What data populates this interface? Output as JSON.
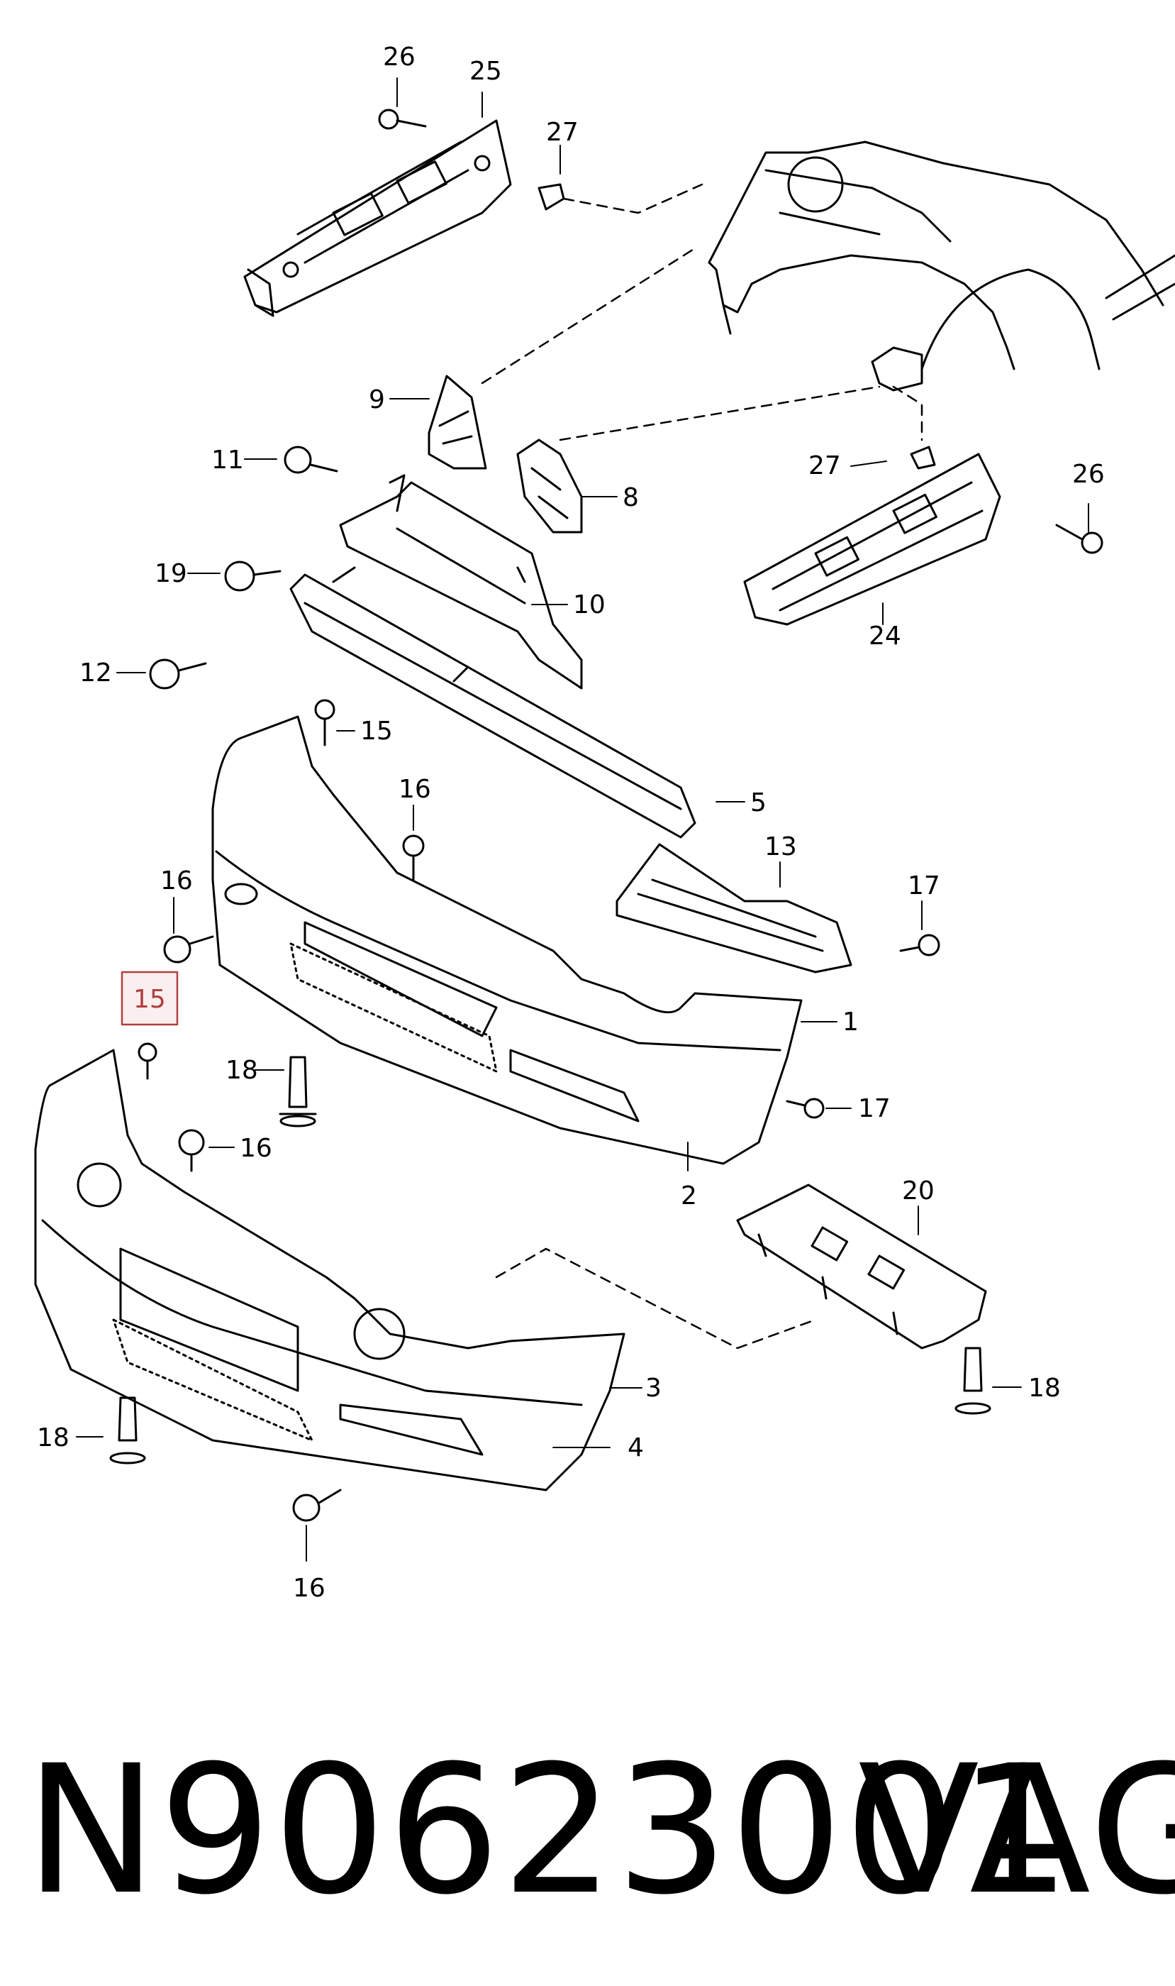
{
  "diagram": {
    "callouts": [
      {
        "id": "c26a",
        "label": "26"
      },
      {
        "id": "c25",
        "label": "25"
      },
      {
        "id": "c27a",
        "label": "27"
      },
      {
        "id": "c9",
        "label": "9"
      },
      {
        "id": "c8",
        "label": "8"
      },
      {
        "id": "c11",
        "label": "11"
      },
      {
        "id": "c19",
        "label": "19"
      },
      {
        "id": "c10",
        "label": "10"
      },
      {
        "id": "c12",
        "label": "12"
      },
      {
        "id": "c27b",
        "label": "27"
      },
      {
        "id": "c26b",
        "label": "26"
      },
      {
        "id": "c24",
        "label": "24"
      },
      {
        "id": "c15a",
        "label": "15"
      },
      {
        "id": "c16a",
        "label": "16"
      },
      {
        "id": "c5",
        "label": "5"
      },
      {
        "id": "c13",
        "label": "13"
      },
      {
        "id": "c16b",
        "label": "16"
      },
      {
        "id": "c17a",
        "label": "17"
      },
      {
        "id": "c15b",
        "label": "15",
        "highlighted": true
      },
      {
        "id": "c1",
        "label": "1"
      },
      {
        "id": "c18a",
        "label": "18"
      },
      {
        "id": "c17b",
        "label": "17"
      },
      {
        "id": "c16c",
        "label": "16"
      },
      {
        "id": "c2",
        "label": "2"
      },
      {
        "id": "c20",
        "label": "20"
      },
      {
        "id": "c3",
        "label": "3"
      },
      {
        "id": "c18b",
        "label": "18"
      },
      {
        "id": "c18c",
        "label": "18"
      },
      {
        "id": "c4",
        "label": "4"
      },
      {
        "id": "c16d",
        "label": "16"
      }
    ],
    "highlight_color": "#b04040"
  },
  "caption": {
    "part_number": "N90623001",
    "brand": "VAG"
  }
}
